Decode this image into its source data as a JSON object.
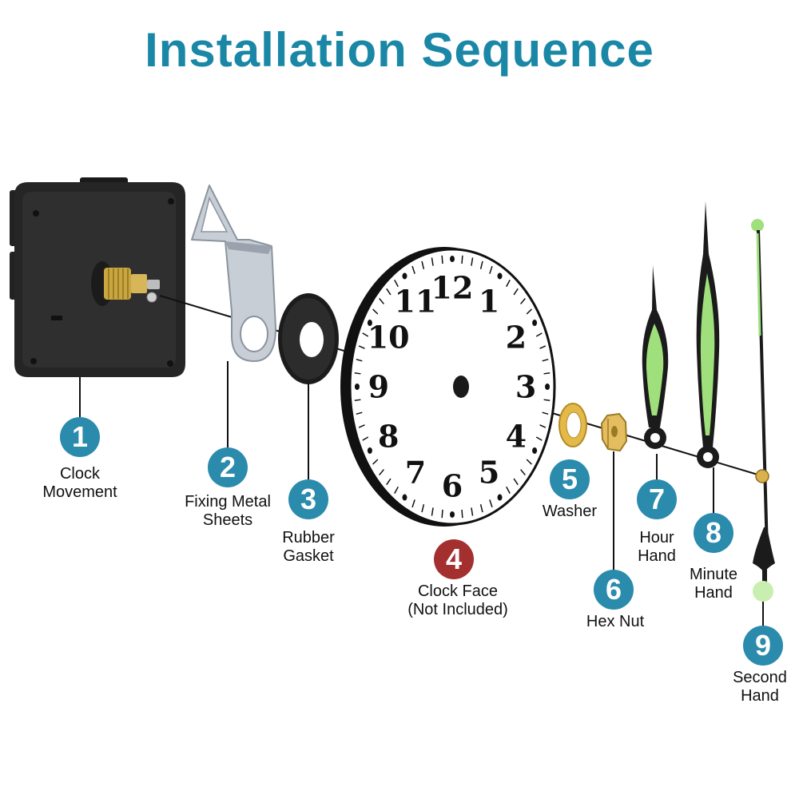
{
  "title": "Installation Sequence",
  "colors": {
    "title": "#1a87a6",
    "badge": "#2a8bac",
    "badge_highlight": "#a3302f",
    "glow": "#9fe07c"
  },
  "dial_numerals": [
    "12",
    "1",
    "2",
    "3",
    "4",
    "5",
    "6",
    "7",
    "8",
    "9",
    "10",
    "11"
  ],
  "parts": [
    {
      "number": "1",
      "line1": "Clock",
      "line2": "Movement",
      "icon": "clock-movement"
    },
    {
      "number": "2",
      "line1": "Fixing Metal",
      "line2": "Sheets",
      "icon": "metal-bracket"
    },
    {
      "number": "3",
      "line1": "Rubber",
      "line2": "Gasket",
      "icon": "rubber-gasket"
    },
    {
      "number": "4",
      "line1": "Clock Face",
      "line2": "(Not Included)",
      "icon": "clock-face"
    },
    {
      "number": "5",
      "line1": "Washer",
      "line2": "",
      "icon": "washer"
    },
    {
      "number": "6",
      "line1": "Hex Nut",
      "line2": "",
      "icon": "hex-nut"
    },
    {
      "number": "7",
      "line1": "Hour",
      "line2": "Hand",
      "icon": "hour-hand"
    },
    {
      "number": "8",
      "line1": "Minute",
      "line2": "Hand",
      "icon": "minute-hand"
    },
    {
      "number": "9",
      "line1": "Second",
      "line2": "Hand",
      "icon": "second-hand"
    }
  ]
}
